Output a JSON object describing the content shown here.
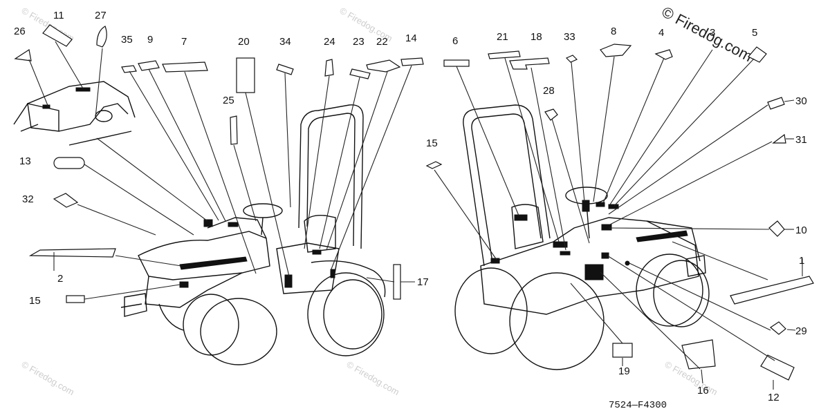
{
  "figure_code": "7524—F4300",
  "copyright": "© Firedog.com",
  "watermark": "© Firedog.com",
  "callouts": {
    "c1": "1",
    "c2": "2",
    "c3": "3",
    "c4": "4",
    "c5": "5",
    "c6": "6",
    "c7": "7",
    "c8": "8",
    "c9": "9",
    "c10": "10",
    "c11": "11",
    "c12": "12",
    "c13": "13",
    "c14": "14",
    "c15a": "15",
    "c15b": "15",
    "c16": "16",
    "c17": "17",
    "c18": "18",
    "c19": "19",
    "c20": "20",
    "c21": "21",
    "c22": "22",
    "c23": "23",
    "c24": "24",
    "c25": "25",
    "c26": "26",
    "c27": "27",
    "c28": "28",
    "c29": "29",
    "c30": "30",
    "c31": "31",
    "c32": "32",
    "c33": "33",
    "c34": "34",
    "c35": "35"
  }
}
